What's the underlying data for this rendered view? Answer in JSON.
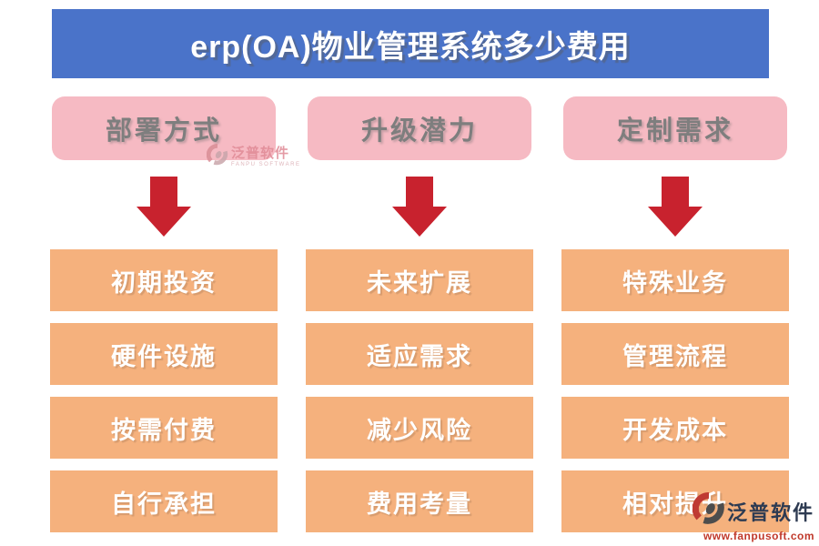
{
  "title": {
    "text": "erp(OA)物业管理系统多少费用"
  },
  "columns": [
    {
      "header": "部署方式",
      "items": [
        "初期投资",
        "硬件设施",
        "按需付费",
        "自行承担"
      ]
    },
    {
      "header": "升级潜力",
      "items": [
        "未来扩展",
        "适应需求",
        "减少风险",
        "费用考量"
      ]
    },
    {
      "header": "定制需求",
      "items": [
        "特殊业务",
        "管理流程",
        "开发成本",
        "相对提升"
      ]
    }
  ],
  "watermarks": {
    "inline": {
      "name": "泛普软件",
      "subtitle": "FANPU SOFTWARE"
    },
    "corner": {
      "name": "泛普软件",
      "url": "www.fanpusoft.com"
    }
  },
  "icons": {
    "down_arrow": "down-arrow-icon",
    "logo": "fanpu-logo-icon"
  },
  "colors": {
    "banner_blue": "#4A73C9",
    "header_pink": "#F6BAC3",
    "item_orange": "#F5B17D",
    "arrow_red": "#C8222E",
    "header_text_gray": "#7E7E7E",
    "corner_name_navy": "#2E3B52",
    "corner_url_red": "#C0392B"
  }
}
